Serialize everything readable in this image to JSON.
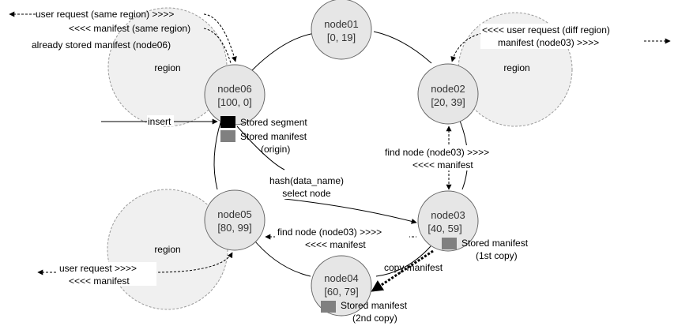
{
  "nodes": [
    {
      "id": "node01",
      "name": "node01",
      "range": "[0, 19]"
    },
    {
      "id": "node02",
      "name": "node02",
      "range": "[20, 39]"
    },
    {
      "id": "node03",
      "name": "node03",
      "range": "[40, 59]"
    },
    {
      "id": "node04",
      "name": "node04",
      "range": "[60, 79]"
    },
    {
      "id": "node05",
      "name": "node05",
      "range": "[80, 99]"
    },
    {
      "id": "node06",
      "name": "node06",
      "range": "[100, 0]"
    }
  ],
  "regions": {
    "top_left": "region",
    "top_right": "region",
    "bottom_left": "region"
  },
  "labels": {
    "user_request_same": "user request (same region) >>>>",
    "manifest_same": "<<<< manifest (same region)",
    "already_stored": "already stored manifest (node06)",
    "user_request_diff": "<<<< user request (diff region)",
    "manifest_node03_top": "manifest (node03) >>>>",
    "insert": "insert",
    "stored_segment": "Stored segment",
    "stored_manifest_origin_1": "Stored manifest",
    "stored_manifest_origin_2": "(origin)",
    "find_node_right_1": "find node (node03) >>>>",
    "find_node_right_2": "<<<< manifest",
    "hash_1": "hash(data_name)",
    "hash_2": "select node",
    "find_node_left_1": "find node (node03) >>>>",
    "find_node_left_2": "<<<< manifest",
    "stored_manifest_1st_1": "Stored manifest",
    "stored_manifest_1st_2": "(1st copy)",
    "copy_manifest": "copy manifest",
    "user_request_bottom": "user request >>>>",
    "manifest_bottom": "<<<< manifest",
    "stored_manifest_2nd_1": "Stored manifest",
    "stored_manifest_2nd_2": "(2nd copy)"
  },
  "colors": {
    "node_fill": "#e6e6e6",
    "region_fill": "#f0f0f0",
    "segment_fill": "#000000",
    "manifest_fill": "#808080",
    "line": "#000000"
  }
}
